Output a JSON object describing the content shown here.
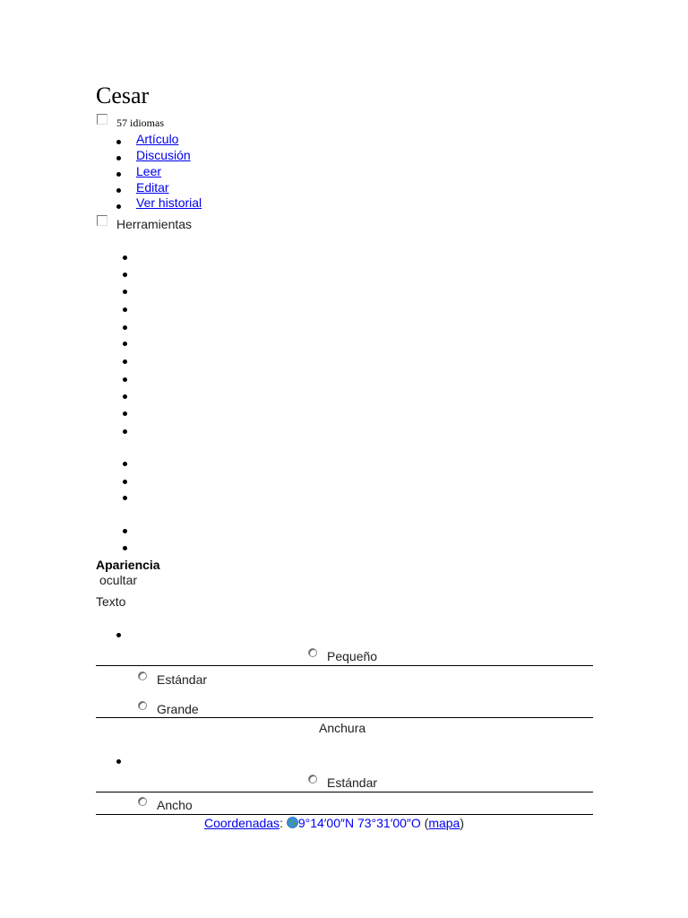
{
  "page": {
    "title": "Cesar"
  },
  "languages": {
    "label": "57 idiomas"
  },
  "nav": {
    "items": [
      {
        "label": "Artículo"
      },
      {
        "label": "Discusión"
      },
      {
        "label": "Leer"
      },
      {
        "label": "Editar"
      },
      {
        "label": "Ver historial"
      }
    ]
  },
  "tools": {
    "label": "Herramientas"
  },
  "appearance": {
    "heading": "Apariencia",
    "hide_label": "ocultar",
    "text_section": {
      "label": "Texto",
      "options": [
        "Pequeño",
        "Estándar",
        "Grande"
      ]
    },
    "width_section": {
      "label": "Anchura",
      "options": [
        "Estándar",
        "Ancho"
      ]
    }
  },
  "coordinates": {
    "label": "Coordenadas",
    "value": "9°14′00″N 73°31′00″O",
    "map_link": "mapa"
  }
}
